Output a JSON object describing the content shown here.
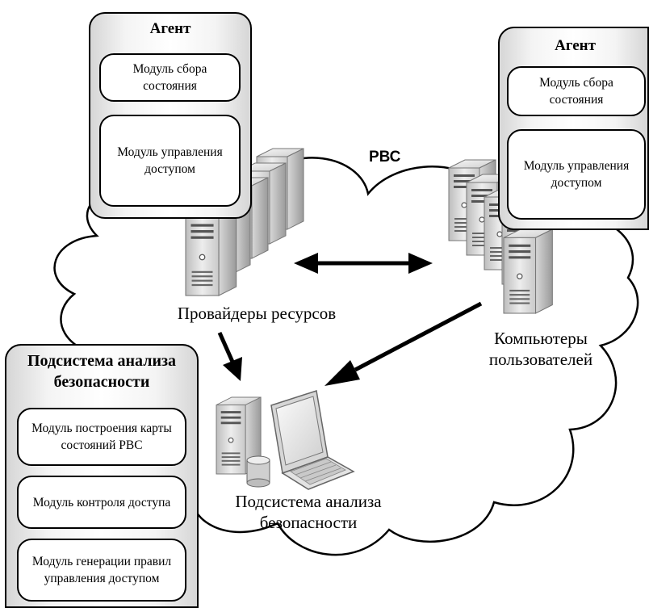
{
  "network_label": "РВС",
  "agent_left": {
    "title": "Агент",
    "module_state": "Модуль сбора состояния",
    "module_access": "Модуль управления доступом"
  },
  "agent_right": {
    "title": "Агент",
    "module_state": "Модуль сбора состояния",
    "module_access": "Модуль управления доступом"
  },
  "security_panel": {
    "title": "Подсистема анализа безопасности",
    "modules": [
      "Модуль построения карты состояний РВС",
      "Модуль контроля доступа",
      "Модуль генерации правил управления доступом"
    ]
  },
  "labels": {
    "providers": "Провайдеры ресурсов",
    "users": "Компьютеры пользователей",
    "subsystem": "Подсистема анализа безопасности"
  },
  "icons": [
    "server-rack-icon",
    "server-rack-icon",
    "server-icon",
    "database-icon",
    "laptop-icon"
  ]
}
